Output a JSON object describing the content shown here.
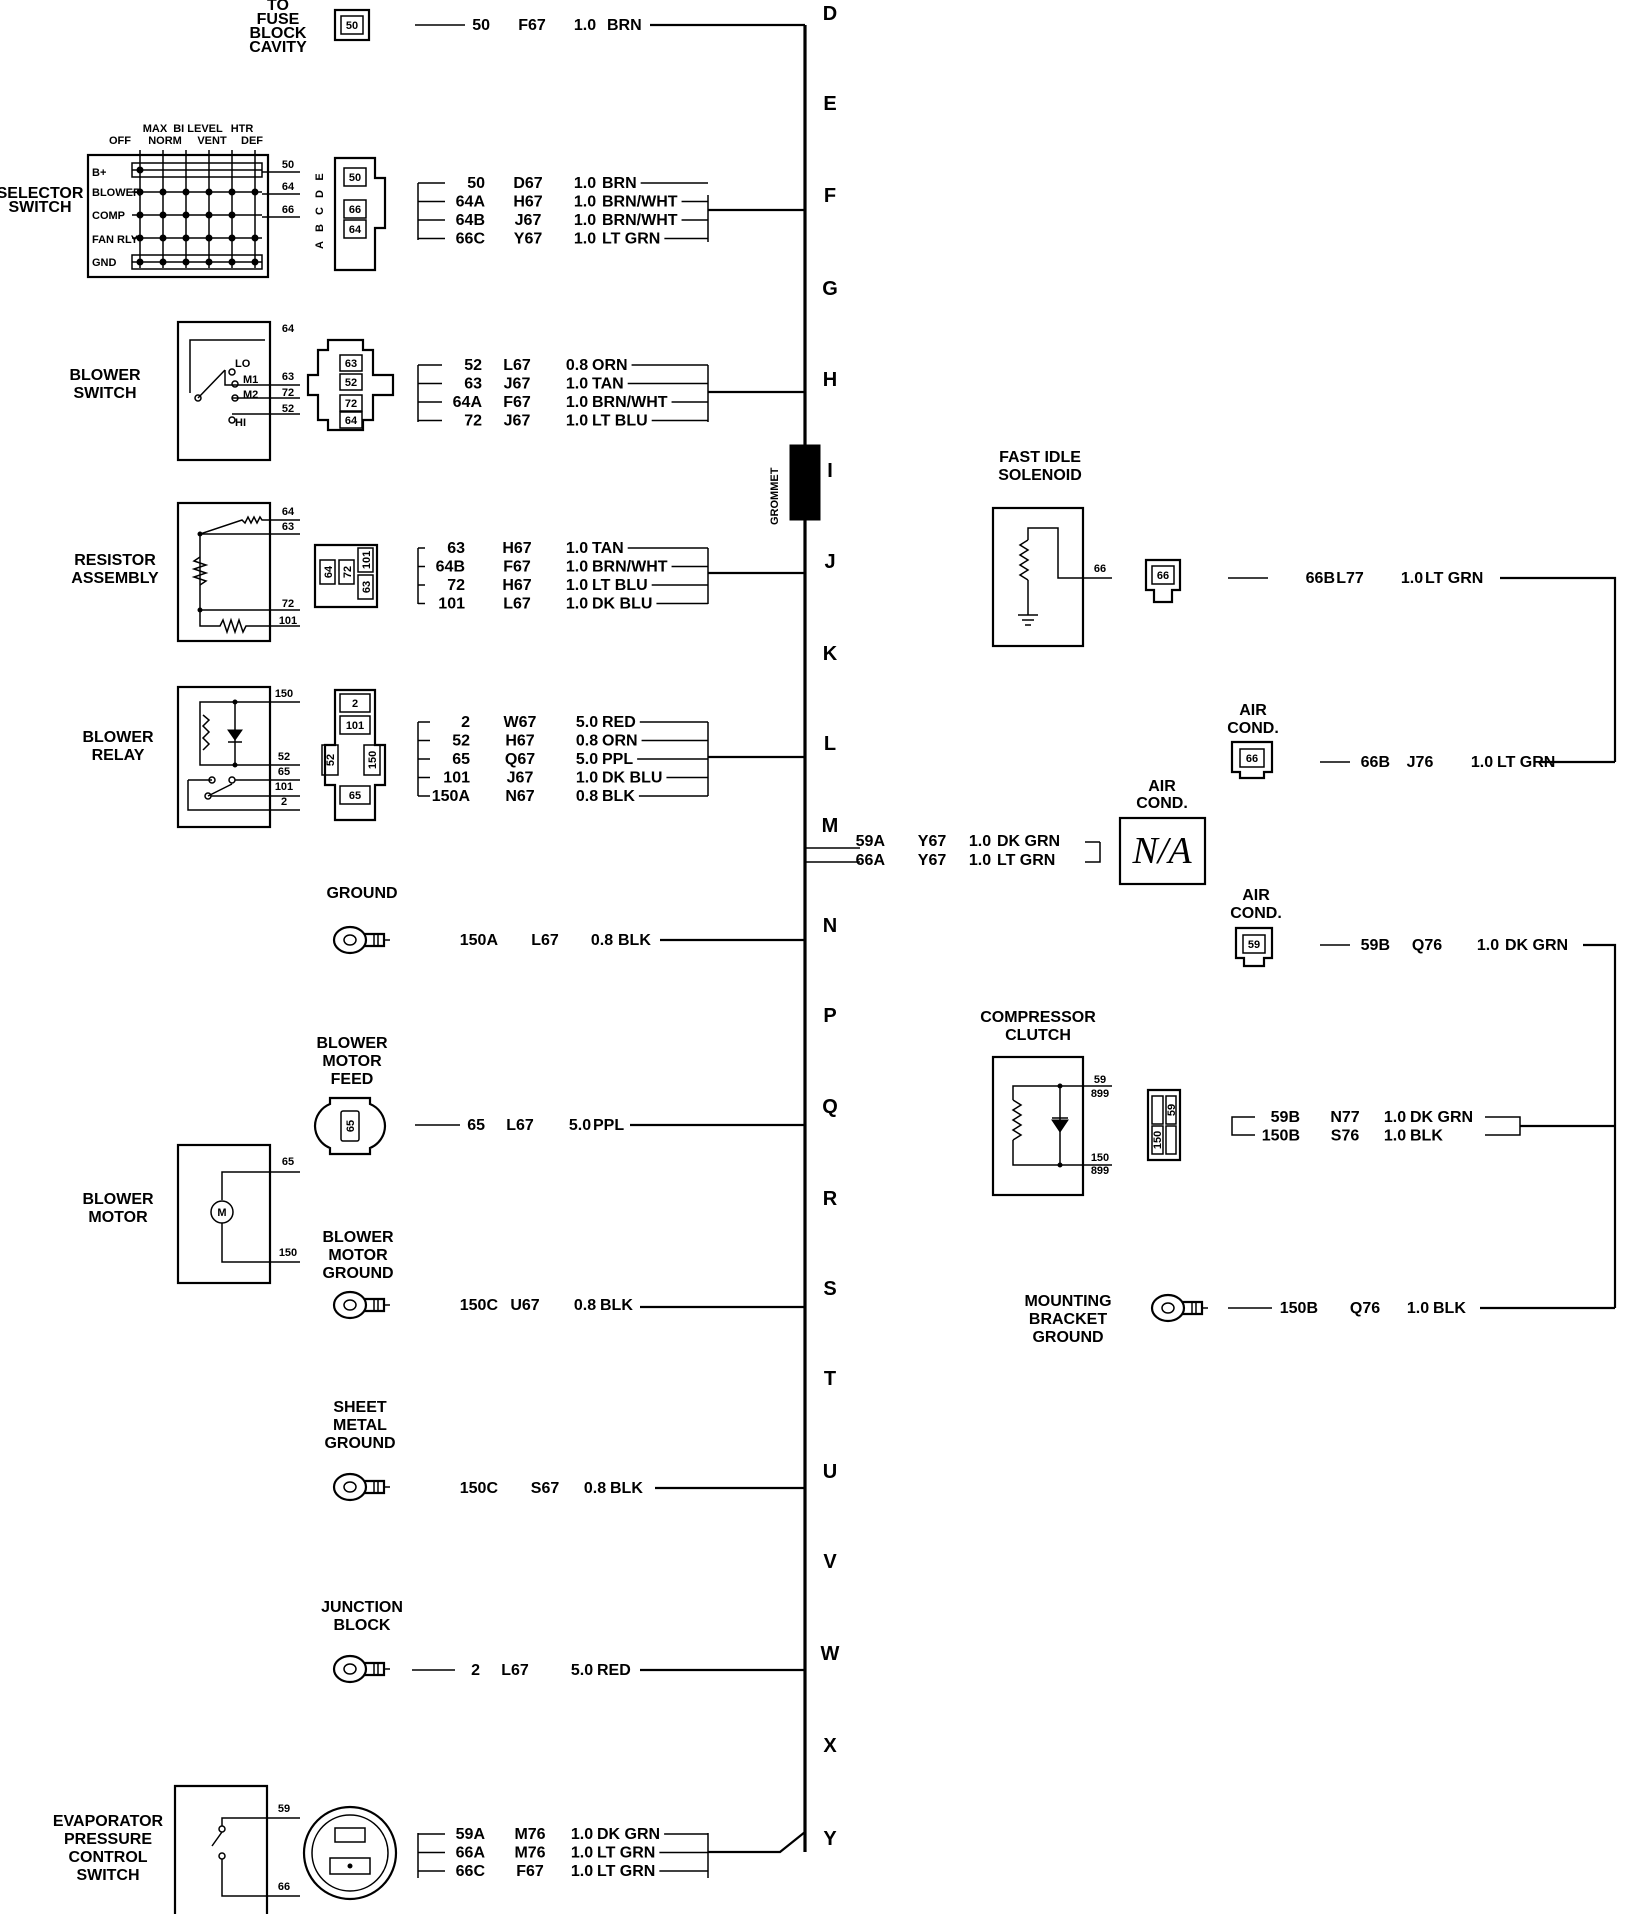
{
  "colors": {
    "ink": "#000000",
    "background": "#ffffff"
  },
  "bus": {
    "letters": [
      "D",
      "E",
      "F",
      "G",
      "H",
      "I",
      "J",
      "K",
      "L",
      "M",
      "N",
      "P",
      "Q",
      "R",
      "S",
      "T",
      "U",
      "V",
      "W",
      "X",
      "Y"
    ],
    "grommet_label": "GROMMET"
  },
  "components": {
    "fuse_block": {
      "lines": [
        "TO",
        "FUSE",
        "BLOCK",
        "CAVITY"
      ],
      "connector": "50"
    },
    "selector_switch": {
      "lines": [
        "SELECTOR",
        "SWITCH"
      ],
      "positions": [
        "OFF",
        "NORM",
        "VENT",
        "DEF"
      ],
      "positions_top": [
        "MAX",
        "BI LEVEL",
        "HTR"
      ],
      "rows": [
        "B+",
        "BLOWER",
        "COMP",
        "FAN RLY",
        "GND"
      ],
      "pins": [
        "50",
        "64",
        "66"
      ],
      "cavities": [
        "A",
        "B",
        "C",
        "D",
        "E"
      ],
      "connector_pins": [
        "50",
        "66",
        "64"
      ]
    },
    "blower_switch": {
      "lines": [
        "BLOWER",
        "SWITCH"
      ],
      "positions": [
        "LO",
        "M1",
        "M2",
        "HI"
      ],
      "pins": [
        "64",
        "63",
        "72",
        "52"
      ],
      "connector_pins": [
        "63",
        "52",
        "72",
        "64"
      ]
    },
    "resistor_assembly": {
      "lines": [
        "RESISTOR",
        "ASSEMBLY"
      ],
      "pins": [
        "64",
        "63",
        "72",
        "101"
      ],
      "connector_pins": [
        "64",
        "72",
        "101",
        "63"
      ]
    },
    "blower_relay": {
      "lines": [
        "BLOWER",
        "RELAY"
      ],
      "pins": [
        "150",
        "52",
        "65",
        "101",
        "2"
      ],
      "connector_pins": [
        "2",
        "101",
        "52",
        "150",
        "65"
      ]
    },
    "ground": {
      "lines": [
        "GROUND"
      ]
    },
    "blower_motor_feed": {
      "lines": [
        "BLOWER",
        "MOTOR",
        "FEED"
      ],
      "pin": "65"
    },
    "blower_motor": {
      "lines": [
        "BLOWER",
        "MOTOR"
      ],
      "symbol": "M",
      "pins": [
        "65",
        "150"
      ]
    },
    "blower_motor_ground": {
      "lines": [
        "BLOWER",
        "MOTOR",
        "GROUND"
      ]
    },
    "sheet_metal_ground": {
      "lines": [
        "SHEET",
        "METAL",
        "GROUND"
      ]
    },
    "junction_block": {
      "lines": [
        "JUNCTION",
        "BLOCK"
      ]
    },
    "evaporator_switch": {
      "lines": [
        "EVAPORATOR",
        "PRESSURE",
        "CONTROL",
        "SWITCH"
      ],
      "pins": [
        "59",
        "66"
      ]
    },
    "fast_idle_solenoid": {
      "lines": [
        "FAST IDLE",
        "SOLENOID"
      ],
      "pin": "66",
      "connector": "66"
    },
    "air_cond_1": {
      "lines": [
        "AIR",
        "COND."
      ],
      "connector": "66"
    },
    "air_cond_na": {
      "lines": [
        "AIR",
        "COND."
      ],
      "text": "N/A"
    },
    "air_cond_2": {
      "lines": [
        "AIR",
        "COND."
      ],
      "connector": "59"
    },
    "compressor_clutch": {
      "lines": [
        "COMPRESSOR",
        "CLUTCH"
      ],
      "pins": [
        "59",
        "899",
        "150",
        "899"
      ],
      "connector_pins": [
        "150",
        "59"
      ]
    },
    "mounting_bracket_ground": {
      "lines": [
        "MOUNTING",
        "BRACKET",
        "GROUND"
      ]
    }
  },
  "wires": {
    "fuse": [
      {
        "circuit": "50",
        "loc": "F67",
        "gauge": "1.0",
        "color": "BRN"
      }
    ],
    "selector": [
      {
        "circuit": "50",
        "loc": "D67",
        "gauge": "1.0",
        "color": "BRN"
      },
      {
        "circuit": "64A",
        "loc": "H67",
        "gauge": "1.0",
        "color": "BRN/WHT"
      },
      {
        "circuit": "64B",
        "loc": "J67",
        "gauge": "1.0",
        "color": "BRN/WHT"
      },
      {
        "circuit": "66C",
        "loc": "Y67",
        "gauge": "1.0",
        "color": "LT GRN"
      }
    ],
    "blower_switch": [
      {
        "circuit": "52",
        "loc": "L67",
        "gauge": "0.8",
        "color": "ORN"
      },
      {
        "circuit": "63",
        "loc": "J67",
        "gauge": "1.0",
        "color": "TAN"
      },
      {
        "circuit": "64A",
        "loc": "F67",
        "gauge": "1.0",
        "color": "BRN/WHT"
      },
      {
        "circuit": "72",
        "loc": "J67",
        "gauge": "1.0",
        "color": "LT BLU"
      }
    ],
    "resistor": [
      {
        "circuit": "63",
        "loc": "H67",
        "gauge": "1.0",
        "color": "TAN"
      },
      {
        "circuit": "64B",
        "loc": "F67",
        "gauge": "1.0",
        "color": "BRN/WHT"
      },
      {
        "circuit": "72",
        "loc": "H67",
        "gauge": "1.0",
        "color": "LT BLU"
      },
      {
        "circuit": "101",
        "loc": "L67",
        "gauge": "1.0",
        "color": "DK BLU"
      }
    ],
    "relay": [
      {
        "circuit": "2",
        "loc": "W67",
        "gauge": "5.0",
        "color": "RED"
      },
      {
        "circuit": "52",
        "loc": "H67",
        "gauge": "0.8",
        "color": "ORN"
      },
      {
        "circuit": "65",
        "loc": "Q67",
        "gauge": "5.0",
        "color": "PPL"
      },
      {
        "circuit": "101",
        "loc": "J67",
        "gauge": "1.0",
        "color": "DK BLU"
      },
      {
        "circuit": "150A",
        "loc": "N67",
        "gauge": "0.8",
        "color": "BLK"
      }
    ],
    "m_branch": [
      {
        "circuit": "59A",
        "loc": "Y67",
        "gauge": "1.0",
        "color": "DK GRN"
      },
      {
        "circuit": "66A",
        "loc": "Y67",
        "gauge": "1.0",
        "color": "LT GRN"
      }
    ],
    "ground": [
      {
        "circuit": "150A",
        "loc": "L67",
        "gauge": "0.8",
        "color": "BLK"
      }
    ],
    "motor_feed": [
      {
        "circuit": "65",
        "loc": "L67",
        "gauge": "5.0",
        "color": "PPL"
      }
    ],
    "motor_ground": [
      {
        "circuit": "150C",
        "loc": "U67",
        "gauge": "0.8",
        "color": "BLK"
      }
    ],
    "sheet_ground": [
      {
        "circuit": "150C",
        "loc": "S67",
        "gauge": "0.8",
        "color": "BLK"
      }
    ],
    "junction": [
      {
        "circuit": "2",
        "loc": "L67",
        "gauge": "5.0",
        "color": "RED"
      }
    ],
    "evap": [
      {
        "circuit": "59A",
        "loc": "M76",
        "gauge": "1.0",
        "color": "DK GRN"
      },
      {
        "circuit": "66A",
        "loc": "M76",
        "gauge": "1.0",
        "color": "LT GRN"
      },
      {
        "circuit": "66C",
        "loc": "F67",
        "gauge": "1.0",
        "color": "LT GRN"
      }
    ],
    "fast_idle": [
      {
        "circuit": "66B",
        "loc": "L77",
        "gauge": "1.0",
        "color": "LT GRN"
      }
    ],
    "ac1": [
      {
        "circuit": "66B",
        "loc": "J76",
        "gauge": "1.0",
        "color": "LT GRN"
      }
    ],
    "ac2": [
      {
        "circuit": "59B",
        "loc": "Q76",
        "gauge": "1.0",
        "color": "DK GRN"
      }
    ],
    "compressor": [
      {
        "circuit": "59B",
        "loc": "N77",
        "gauge": "1.0",
        "color": "DK GRN"
      },
      {
        "circuit": "150B",
        "loc": "S76",
        "gauge": "1.0",
        "color": "BLK"
      }
    ],
    "bracket": [
      {
        "circuit": "150B",
        "loc": "Q76",
        "gauge": "1.0",
        "color": "BLK"
      }
    ]
  }
}
